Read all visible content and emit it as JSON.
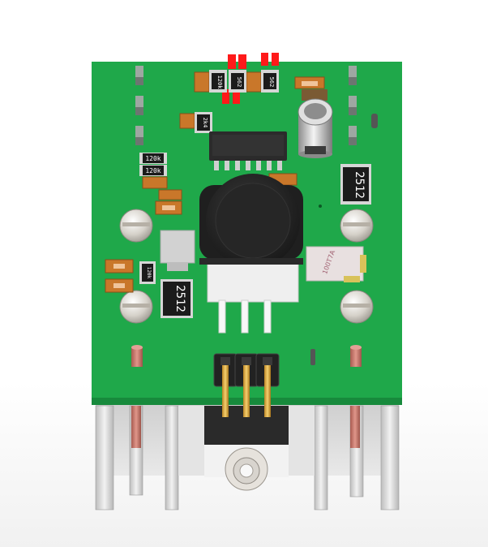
{
  "colors": {
    "pcb": "#1fa84a",
    "pcb_dark": "#178a3c",
    "heatsink": "#d8d8d8",
    "copper": "#c9786c",
    "led_red": "#ff1a1a",
    "resistor_body": "#1b1b1b",
    "capacitor_body": "#c9772a",
    "pin_gold": "#d9a441"
  },
  "labels": {
    "res_top_1": "120k",
    "res_top_2": "562",
    "res_top_3": "562",
    "res_mid": "2k4",
    "res_left_1": "120k",
    "res_left_2": "120k",
    "res_left_3": "120k",
    "shunt_right": "2512",
    "shunt_left": "2512",
    "inductor_part": "100T7A"
  },
  "icons": {
    "screw": "phillips-screw-icon",
    "electrolytic": "electrolytic-capacitor-icon",
    "regulator": "to220-regulator-icon",
    "header": "pin-header-icon"
  }
}
